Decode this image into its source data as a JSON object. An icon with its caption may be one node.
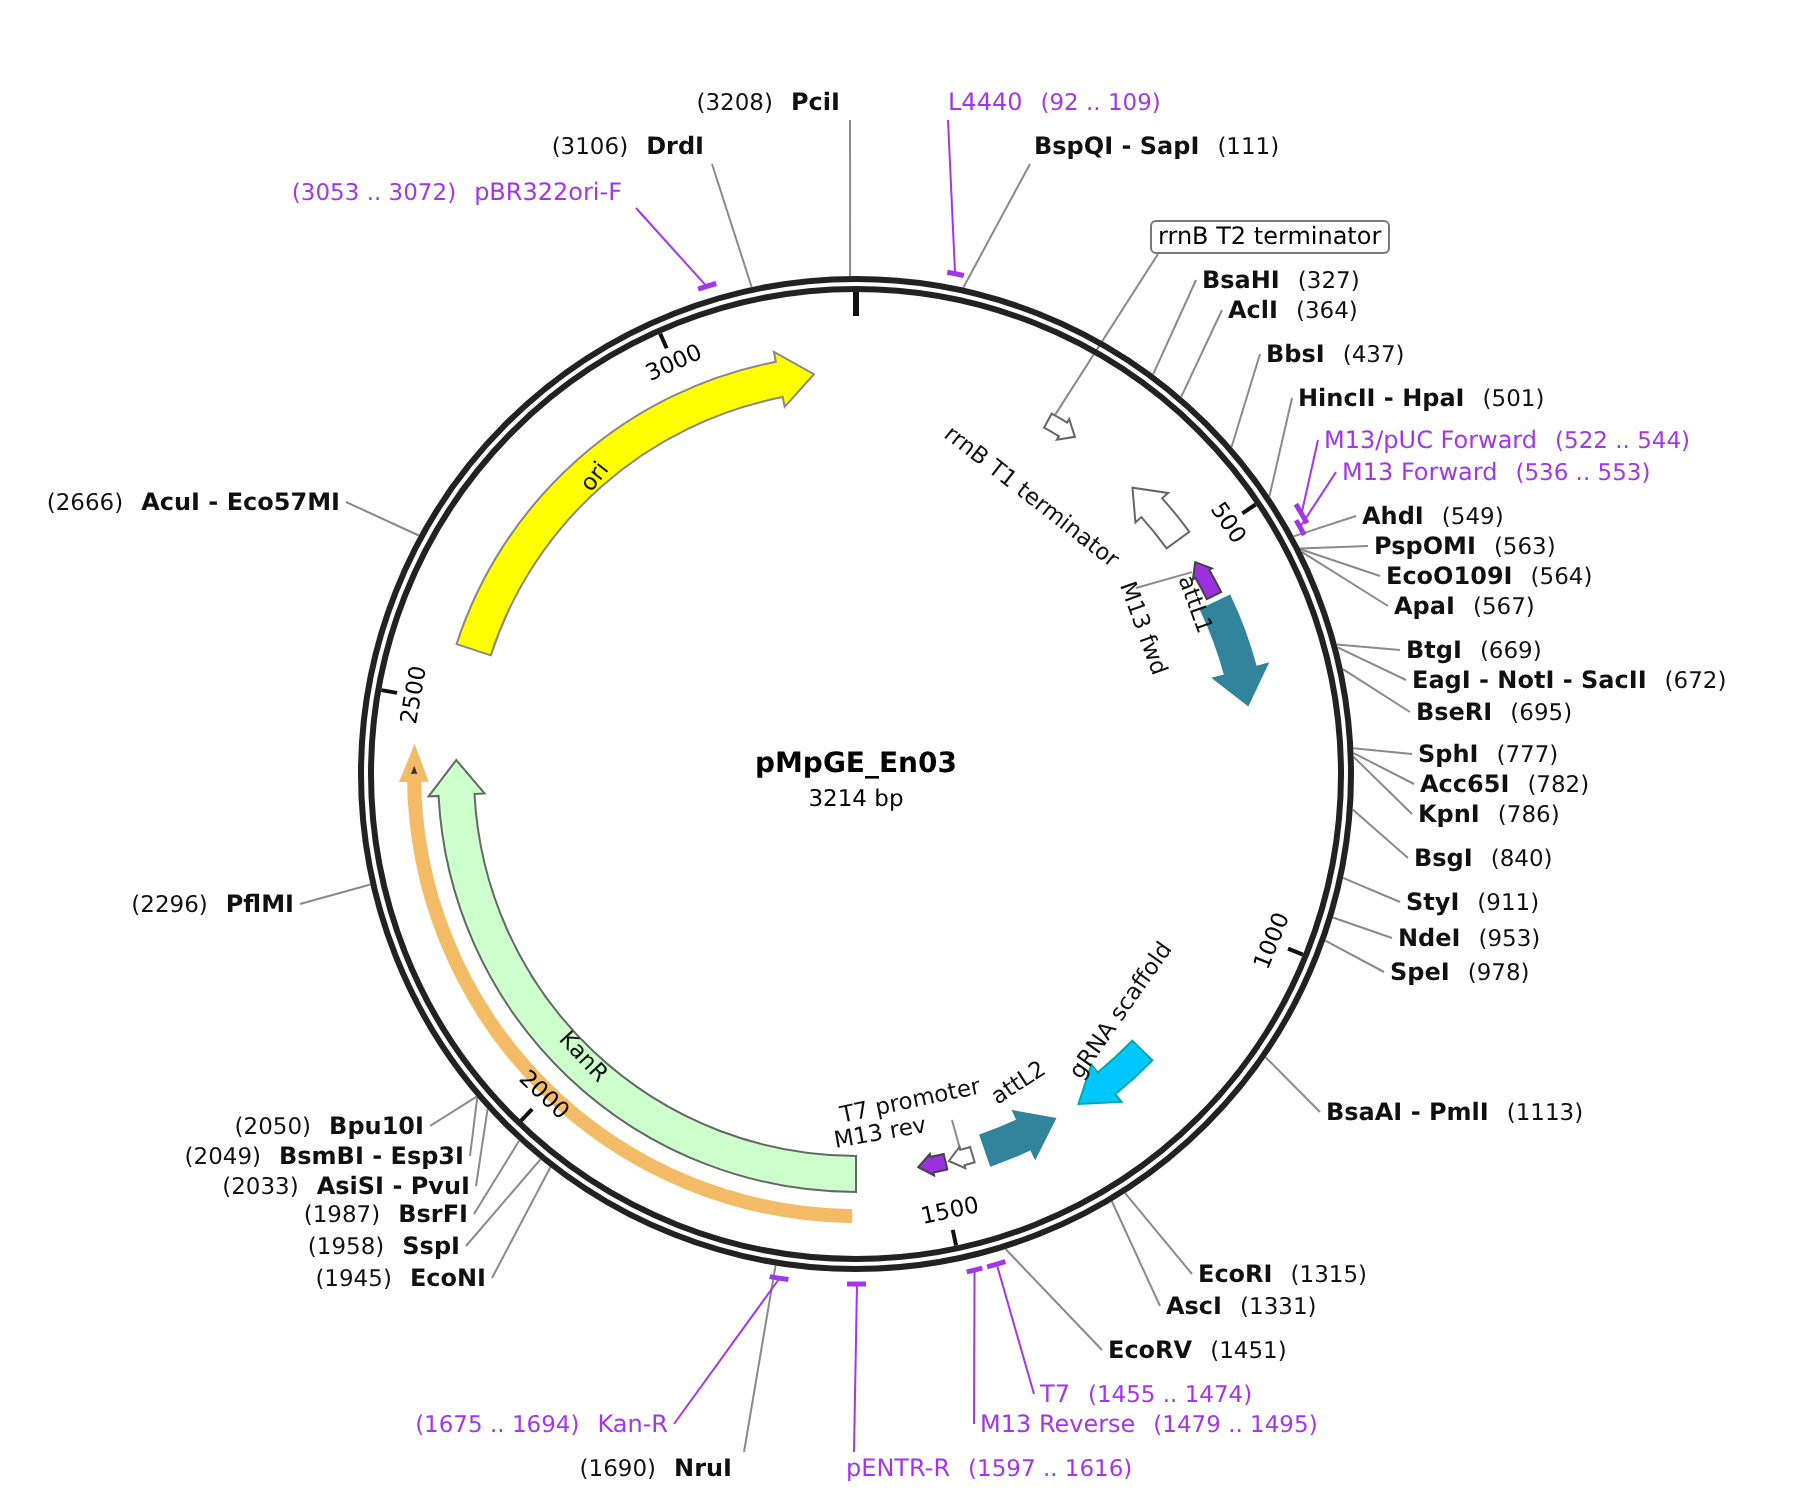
{
  "diagram": {
    "title": "pMpGE_En03",
    "nodes": [
      {
        "text": [
          "(3208)",
          "PciI"
        ]
      },
      {
        "text": [
          "L4440",
          "(92 .. 109)"
        ]
      },
      {
        "text": [
          "(3106)",
          "DrdI"
        ]
      },
      {
        "text": [
          "BspQI - SapI",
          "(111)"
        ]
      },
      {
        "text": [
          "(3053 .. 3072)",
          "pBR322ori-F"
        ]
      },
      {
        "text": [
          "rrnB T2 terminator"
        ]
      },
      {
        "text": [
          "BsaHI",
          "(327)"
        ]
      },
      {
        "text": [
          "AclI",
          "(364)"
        ]
      },
      {
        "text": [
          "BbsI",
          "(437)"
        ]
      },
      {
        "text": [
          "HincII - HpaI",
          "(501)"
        ]
      },
      {
        "text": [
          "M13/pUC Forward",
          "(522 .. 544)"
        ]
      },
      {
        "text": [
          "M13 Forward",
          "(536 .. 553)"
        ]
      },
      {
        "text": [
          "AhdI",
          "(549)"
        ]
      },
      {
        "text": [
          "PspOMI",
          "(563)"
        ]
      },
      {
        "text": [
          "EcoO109I",
          "(564)"
        ]
      },
      {
        "text": [
          "ApaI",
          "(567)"
        ]
      },
      {
        "text": [
          "BtgI",
          "(669)"
        ]
      },
      {
        "text": [
          "EagI - NotI - SacII",
          "(672)"
        ]
      },
      {
        "text": [
          "BseRI",
          "(695)"
        ]
      },
      {
        "text": [
          "SphI",
          "(777)"
        ]
      },
      {
        "text": [
          "Acc65I",
          "(782)"
        ]
      },
      {
        "text": [
          "KpnI",
          "(786)"
        ]
      },
      {
        "text": [
          "BsgI",
          "(840)"
        ]
      },
      {
        "text": [
          "StyI",
          "(911)"
        ]
      },
      {
        "text": [
          "NdeI",
          "(953)"
        ]
      },
      {
        "text": [
          "SpeI",
          "(978)"
        ]
      },
      {
        "text": [
          "BsaAI - PmlI",
          "(1113)"
        ]
      },
      {
        "text": [
          "EcoRI",
          "(1315)"
        ]
      },
      {
        "text": [
          "AscI",
          "(1331)"
        ]
      },
      {
        "text": [
          "EcoRV",
          "(1451)"
        ]
      },
      {
        "text": [
          "T7",
          "(1455 .. 1474)"
        ]
      },
      {
        "text": [
          "M13 Reverse",
          "(1479 .. 1495)"
        ]
      },
      {
        "text": [
          "pENTR-R",
          "(1597 .. 1616)"
        ]
      },
      {
        "text": [
          "(1690)",
          "NruI"
        ]
      },
      {
        "text": [
          "(1675 .. 1694)",
          "Kan-R"
        ]
      },
      {
        "text": [
          "(1945)",
          "EcoNI"
        ]
      },
      {
        "text": [
          "(1958)",
          "SspI"
        ]
      },
      {
        "text": [
          "(1987)",
          "BsrFI"
        ]
      },
      {
        "text": [
          "(2033)",
          "AsiSI - PvuI"
        ]
      },
      {
        "text": [
          "(2049)",
          "BsmBI - Esp3I"
        ]
      },
      {
        "text": [
          "(2050)",
          "Bpu10I"
        ]
      },
      {
        "text": [
          "(2296)",
          "PflMI"
        ]
      },
      {
        "text": [
          "(2666)",
          "AcuI - Eco57MI"
        ]
      },
      {
        "text": [],
        "shape": "arrow"
      },
      {
        "text": [
          "rrnB T1 terminator"
        ]
      },
      {
        "text": [
          "M13 fwd"
        ]
      },
      {
        "text": [],
        "shape": "arrow"
      },
      {
        "text": [
          "attL1"
        ]
      },
      {
        "text": [
          "gRNA scaffold"
        ]
      },
      {
        "text": [
          "attL2"
        ]
      },
      {
        "text": [
          "T7 promoter"
        ]
      },
      {
        "text": [],
        "shape": "arrow"
      },
      {
        "text": [
          "M13 rev"
        ]
      },
      {
        "text": [
          "ori"
        ]
      },
      {
        "text": [
          "KanR"
        ]
      },
      {
        "text": [],
        "shape": "arrow"
      }
    ],
    "edges": [
      {
        "from": 0,
        "to": null,
        "arrow": "none"
      },
      {
        "from": 1,
        "to": null,
        "arrow": "none",
        "color": "#a335ee"
      },
      {
        "from": 2,
        "to": null,
        "arrow": "none"
      },
      {
        "from": 3,
        "to": null,
        "arrow": "none"
      },
      {
        "from": 4,
        "to": null,
        "arrow": "none",
        "color": "#a335ee"
      },
      {
        "from": 5,
        "to": 43,
        "arrow": "none"
      },
      {
        "from": 6,
        "to": null,
        "arrow": "none"
      },
      {
        "from": 7,
        "to": null,
        "arrow": "none"
      },
      {
        "from": 8,
        "to": null,
        "arrow": "none"
      },
      {
        "from": 9,
        "to": null,
        "arrow": "none"
      },
      {
        "from": 10,
        "to": null,
        "arrow": "none",
        "color": "#a335ee"
      },
      {
        "from": 11,
        "to": null,
        "arrow": "none",
        "color": "#a335ee"
      },
      {
        "from": 12,
        "to": null,
        "arrow": "none"
      },
      {
        "from": 13,
        "to": null,
        "arrow": "none"
      },
      {
        "from": 14,
        "to": null,
        "arrow": "none"
      },
      {
        "from": 15,
        "to": null,
        "arrow": "none"
      },
      {
        "from": 16,
        "to": null,
        "arrow": "none"
      },
      {
        "from": 17,
        "to": null,
        "arrow": "none"
      },
      {
        "from": 18,
        "to": null,
        "arrow": "none"
      },
      {
        "from": 19,
        "to": null,
        "arrow": "none"
      },
      {
        "from": 20,
        "to": null,
        "arrow": "none"
      },
      {
        "from": 21,
        "to": null,
        "arrow": "none"
      },
      {
        "from": 22,
        "to": null,
        "arrow": "none"
      },
      {
        "from": 23,
        "to": null,
        "arrow": "none"
      },
      {
        "from": 24,
        "to": null,
        "arrow": "none"
      },
      {
        "from": 25,
        "to": null,
        "arrow": "none"
      },
      {
        "from": 26,
        "to": null,
        "arrow": "none"
      },
      {
        "from": 27,
        "to": null,
        "arrow": "none"
      },
      {
        "from": 28,
        "to": null,
        "arrow": "none"
      },
      {
        "from": 29,
        "to": null,
        "arrow": "none"
      },
      {
        "from": 30,
        "to": null,
        "arrow": "none",
        "color": "#a335ee"
      },
      {
        "from": 31,
        "to": null,
        "arrow": "none",
        "color": "#a335ee"
      },
      {
        "from": 32,
        "to": null,
        "arrow": "none",
        "color": "#a335ee"
      },
      {
        "from": 33,
        "to": null,
        "arrow": "none"
      },
      {
        "from": 34,
        "to": null,
        "arrow": "none",
        "color": "#a335ee"
      },
      {
        "from": 35,
        "to": null,
        "arrow": "none"
      },
      {
        "from": 36,
        "to": null,
        "arrow": "none"
      },
      {
        "from": 37,
        "to": null,
        "arrow": "none"
      },
      {
        "from": 38,
        "to": null,
        "arrow": "none"
      },
      {
        "from": 39,
        "to": null,
        "arrow": "none"
      },
      {
        "from": 40,
        "to": null,
        "arrow": "none"
      },
      {
        "from": 41,
        "to": null,
        "arrow": "none"
      },
      {
        "from": 42,
        "to": null,
        "arrow": "none"
      },
      {
        "from": 45,
        "to": 46,
        "arrow": "none"
      },
      {
        "from": 50,
        "to": 51,
        "arrow": "none"
      }
    ],
    "labels": [
      "3214 bp",
      "500",
      "1000",
      "1500",
      "2000",
      "2500",
      "3000"
    ]
  }
}
